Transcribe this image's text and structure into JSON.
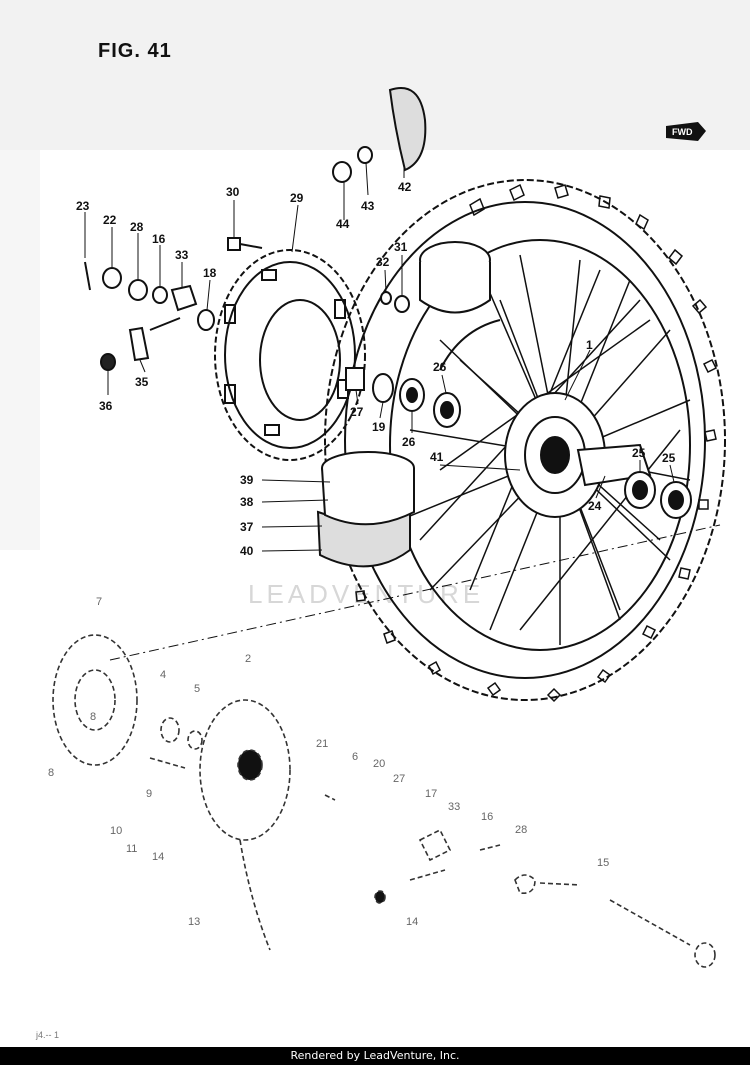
{
  "figure": {
    "title": "FIG. 41"
  },
  "direction_badge": {
    "label": "FWD"
  },
  "watermark": "LEADVENTURE",
  "footer": {
    "text": "Rendered by LeadVenture, Inc."
  },
  "page_code": "j4.-- 1",
  "callouts": {
    "c1": "1",
    "c2": "2",
    "c4": "4",
    "c5": "5",
    "c7": "7",
    "c8a": "8",
    "c8b": "8",
    "c9": "9",
    "c10": "10",
    "c11": "11",
    "c14a": "14",
    "c13": "13",
    "c6": "6",
    "c14b": "14",
    "c16a": "16",
    "c16b": "16",
    "c17": "17",
    "c18": "18",
    "c19": "19",
    "c20": "20",
    "c21": "21",
    "c22": "22",
    "c23": "23",
    "c24": "24",
    "c25a": "25",
    "c25b": "25",
    "c26a": "26",
    "c26b": "26",
    "c27a": "27",
    "c27b": "27",
    "c28a": "28",
    "c28b": "28",
    "c29": "29",
    "c30": "30",
    "c31": "31",
    "c32": "32",
    "c33a": "33",
    "c33b": "33",
    "c35": "35",
    "c36": "36",
    "c37": "37",
    "c38": "38",
    "c39": "39",
    "c40": "40",
    "c41": "41",
    "c42": "42",
    "c43": "43",
    "c44": "44",
    "c15": "15"
  }
}
